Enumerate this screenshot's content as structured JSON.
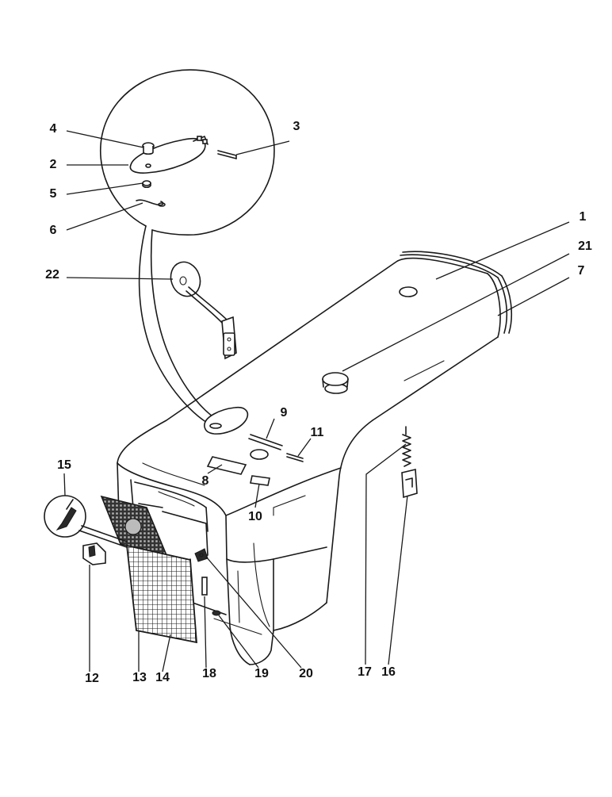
{
  "diagram": {
    "callouts": [
      {
        "id": "c1",
        "text": "1"
      },
      {
        "id": "c2",
        "text": "2"
      },
      {
        "id": "c3",
        "text": "3"
      },
      {
        "id": "c4",
        "text": "4"
      },
      {
        "id": "c5",
        "text": "5"
      },
      {
        "id": "c6",
        "text": "6"
      },
      {
        "id": "c7",
        "text": "7"
      },
      {
        "id": "c8",
        "text": "8"
      },
      {
        "id": "c9",
        "text": "9"
      },
      {
        "id": "c10",
        "text": "10"
      },
      {
        "id": "c11",
        "text": "11"
      },
      {
        "id": "c12",
        "text": "12"
      },
      {
        "id": "c13",
        "text": "13"
      },
      {
        "id": "c14",
        "text": "14"
      },
      {
        "id": "c15",
        "text": "15"
      },
      {
        "id": "c16",
        "text": "16"
      },
      {
        "id": "c17",
        "text": "17"
      },
      {
        "id": "c18",
        "text": "18"
      },
      {
        "id": "c19",
        "text": "19"
      },
      {
        "id": "c20",
        "text": "20"
      },
      {
        "id": "c21",
        "text": "21"
      },
      {
        "id": "c22",
        "text": "22"
      }
    ]
  }
}
